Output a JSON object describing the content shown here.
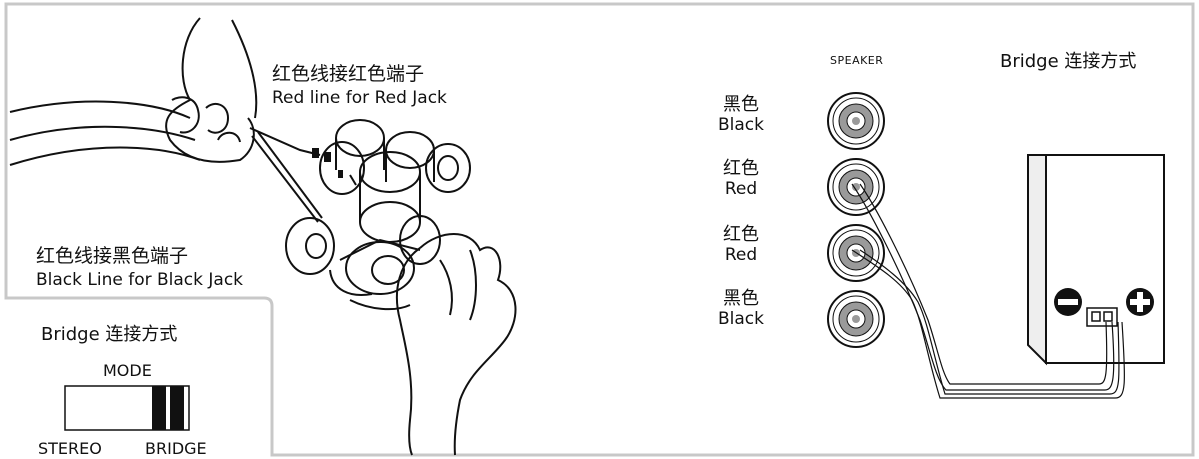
{
  "left_callout_top": {
    "cn": "红色线接红色端子",
    "en": "Red line for Red Jack"
  },
  "left_callout_bottom": {
    "cn": "红色线接黑色端子",
    "en": "Black Line for Black Jack"
  },
  "inset": {
    "title": "Bridge 连接方式",
    "mode_label": "MODE",
    "stereo_label": "STEREO",
    "bridge_label": "BRIDGE"
  },
  "right": {
    "speaker_label": "SPEAKER",
    "title": "Bridge 连接方式",
    "terminals": [
      {
        "cn": "黑色",
        "en": "Black"
      },
      {
        "cn": "红色",
        "en": "Red"
      },
      {
        "cn": "红色",
        "en": "Red"
      },
      {
        "cn": "黑色",
        "en": "Black"
      }
    ]
  }
}
